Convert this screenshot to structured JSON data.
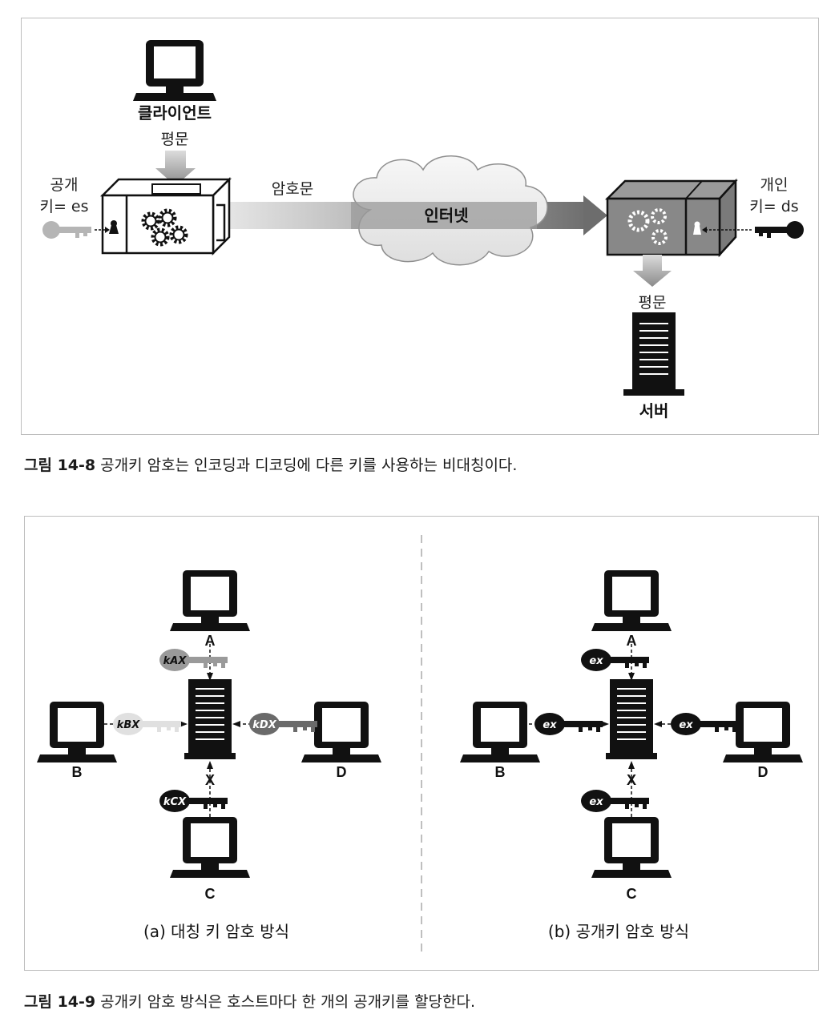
{
  "figure1": {
    "client_label": "클라이언트",
    "plaintext_in": "평문",
    "public_key_line1": "공개",
    "public_key_line2": "키= es",
    "ciphertext": "암호문",
    "internet": "인터넷",
    "private_key_line1": "개인",
    "private_key_line2": "키= ds",
    "plaintext_out": "평문",
    "server_label": "서버",
    "caption_num": "그림 14-8",
    "caption_text": " 공개키 암호는 인코딩과 디코딩에 다른 키를 사용하는 비대칭이다."
  },
  "figure2": {
    "left": {
      "node_a": "A",
      "node_b": "B",
      "node_c": "C",
      "node_d": "D",
      "node_x": "X",
      "key_ax": "kAX",
      "key_bx": "kBX",
      "key_cx": "kCX",
      "key_dx": "kDX",
      "subtitle": "(a) 대칭 키 암호 방식"
    },
    "right": {
      "node_a": "A",
      "node_b": "B",
      "node_c": "C",
      "node_d": "D",
      "node_x": "X",
      "key_a": "ex",
      "key_b": "ex",
      "key_c": "ex",
      "key_d": "ex",
      "subtitle": "(b) 공개키 암호 방식"
    },
    "caption_num": "그림 14-9",
    "caption_text": " 공개키 암호 방식은 호스트마다 한 개의 공개키를 할당한다."
  },
  "icons": [
    "monitor-icon",
    "key-icon",
    "gear-icon",
    "server-icon",
    "cloud-icon",
    "arrow-icon",
    "keyhole-icon"
  ]
}
